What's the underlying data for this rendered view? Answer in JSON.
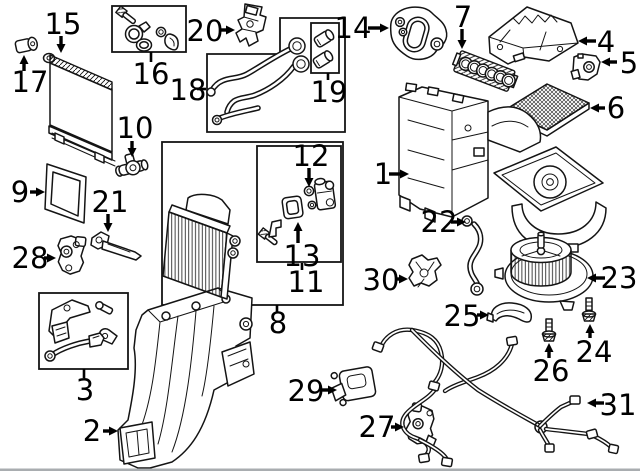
{
  "diagram": {
    "background": "#ffffff",
    "line_color": "#141414",
    "bottom_bar_color": "#a9adb0",
    "callouts": {
      "c1": {
        "label": "1"
      },
      "c2": {
        "label": "2"
      },
      "c3": {
        "label": "3"
      },
      "c4": {
        "label": "4"
      },
      "c5": {
        "label": "5"
      },
      "c6": {
        "label": "6"
      },
      "c7": {
        "label": "7"
      },
      "c8": {
        "label": "8"
      },
      "c9": {
        "label": "9"
      },
      "c10": {
        "label": "10"
      },
      "c11": {
        "label": "11"
      },
      "c12": {
        "label": "12"
      },
      "c13": {
        "label": "13"
      },
      "c14": {
        "label": "14"
      },
      "c15": {
        "label": "15"
      },
      "c16": {
        "label": "16"
      },
      "c17": {
        "label": "17"
      },
      "c18": {
        "label": "18"
      },
      "c19": {
        "label": "19"
      },
      "c20": {
        "label": "20"
      },
      "c21": {
        "label": "21"
      },
      "c22": {
        "label": "22"
      },
      "c23": {
        "label": "23"
      },
      "c24": {
        "label": "24"
      },
      "c25": {
        "label": "25"
      },
      "c26": {
        "label": "26"
      },
      "c27": {
        "label": "27"
      },
      "c28": {
        "label": "28"
      },
      "c29": {
        "label": "29"
      },
      "c30": {
        "label": "30"
      },
      "c31": {
        "label": "31"
      }
    }
  }
}
